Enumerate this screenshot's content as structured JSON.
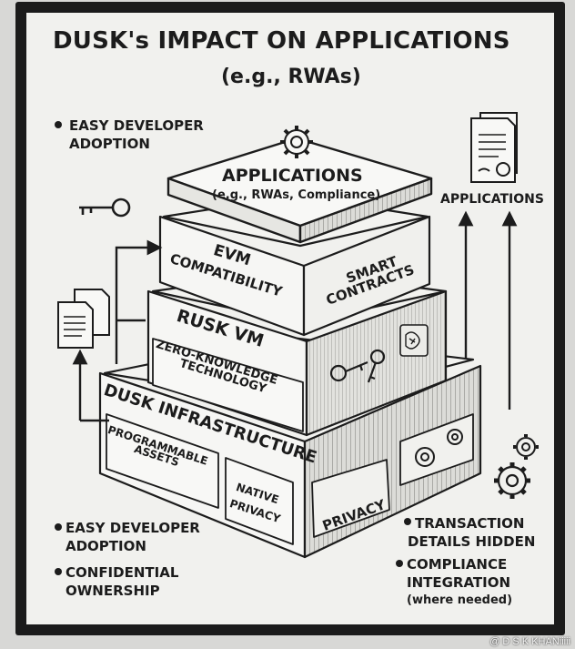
{
  "title": {
    "line1": "DUSK's IMPACT ON APPLICATIONS",
    "line2": "(e.g., RWAs)"
  },
  "left_top_bullet": {
    "line1": "EASY DEVELOPER",
    "line2": "ADOPTION"
  },
  "right_label": "APPLICATIONS",
  "stack": {
    "applications": {
      "title": "APPLICATIONS",
      "subtitle": "(e.g., RWAs, Compliance)"
    },
    "evm": {
      "line1": "EVM",
      "line2": "COMPATIBILITY"
    },
    "smart_contracts": {
      "line1": "SMART",
      "line2": "CONTRACTS"
    },
    "rusk": "RUSK VM",
    "zk": {
      "line1": "ZERO-KNOWLEDGE",
      "line2": "TECHNOLOGY"
    },
    "infrastructure": "DUSK INFRASTRUCTURE",
    "programmable": {
      "line1": "PROGRAMMABLE",
      "line2": "ASSETS"
    },
    "native_privacy": {
      "line1": "NATIVE",
      "line2": "PRIVACY"
    },
    "privacy": "PRIVACY"
  },
  "bottom_left_bullets": [
    {
      "line1": "EASY DEVELOPER",
      "line2": "ADOPTION"
    },
    {
      "line1": "CONFIDENTIAL",
      "line2": "OWNERSHIP"
    }
  ],
  "bottom_right_bullets": [
    {
      "line1": "TRANSACTION",
      "line2": "DETAILS HIDDEN"
    },
    {
      "line1": "COMPLIANCE",
      "line2": "INTEGRATION",
      "line3": "(where needed)"
    }
  ],
  "watermark": "@ D S K KHANiiiii",
  "colors": {
    "frame": "#1b1b1b",
    "mat": "#f1f1ee",
    "ink": "#1c1c1c",
    "face": "#f6f6f4",
    "side": "#d9d9d6"
  }
}
